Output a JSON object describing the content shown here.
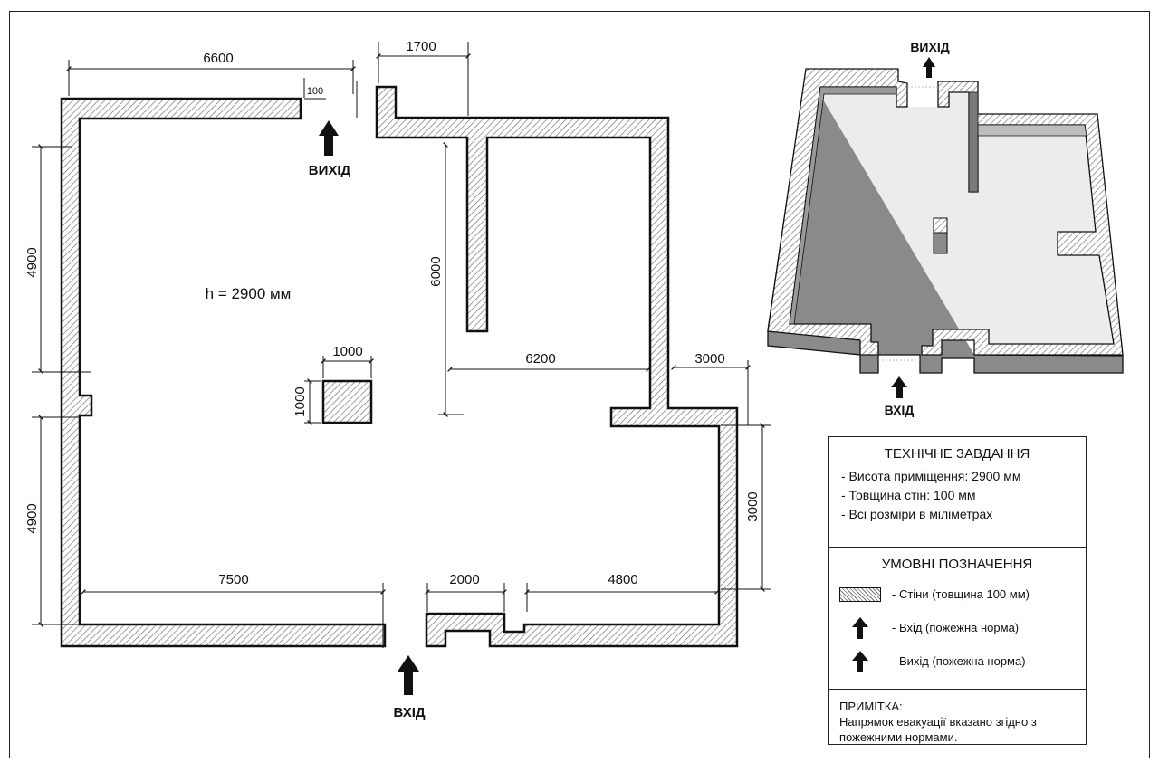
{
  "plan": {
    "height_note": "h = 2900 мм",
    "exit_label": "ВИХІД",
    "entrance_label": "ВХІД",
    "dims": {
      "top_left_length": "6600",
      "top_gap": "100",
      "top_right_length": "1700",
      "left_upper": "4900",
      "left_lower": "4900",
      "column_width": "1000",
      "column_height": "1000",
      "partition_height": "6000",
      "inner_width": "6200",
      "right_step_width": "3000",
      "right_step_height": "3000",
      "bottom_left": "7500",
      "bottom_door": "2000",
      "bottom_right": "4800"
    }
  },
  "iso": {
    "exit_label": "ВИХІД",
    "entrance_label": "ВХІД"
  },
  "spec": {
    "title": "ТЕХНІЧНЕ ЗАВДАННЯ",
    "lines": [
      "- Висота приміщення: 2900 мм",
      "- Товщина стін: 100 мм",
      "- Всі розміри в міліметрах"
    ],
    "legend_title": "УМОВНІ ПОЗНАЧЕННЯ",
    "legend": [
      {
        "icon": "hatched-wall-swatch",
        "text": "- Стіни (товщина 100 мм)"
      },
      {
        "icon": "up-arrow-icon",
        "text": "- Вхід (пожежна норма)"
      },
      {
        "icon": "up-arrow-icon",
        "text": "- Вихід (пожежна норма)"
      }
    ],
    "note_title": "ПРИМІТКА:",
    "note_text": "Напрямок евакуації вказано згідно з пожежними нормами."
  },
  "colors": {
    "ink": "#111111",
    "hatch": "#777777",
    "iso_floor": "#ececec",
    "iso_wall_top": "#dcdcdc",
    "iso_wall_side": "#8a8a8a"
  }
}
